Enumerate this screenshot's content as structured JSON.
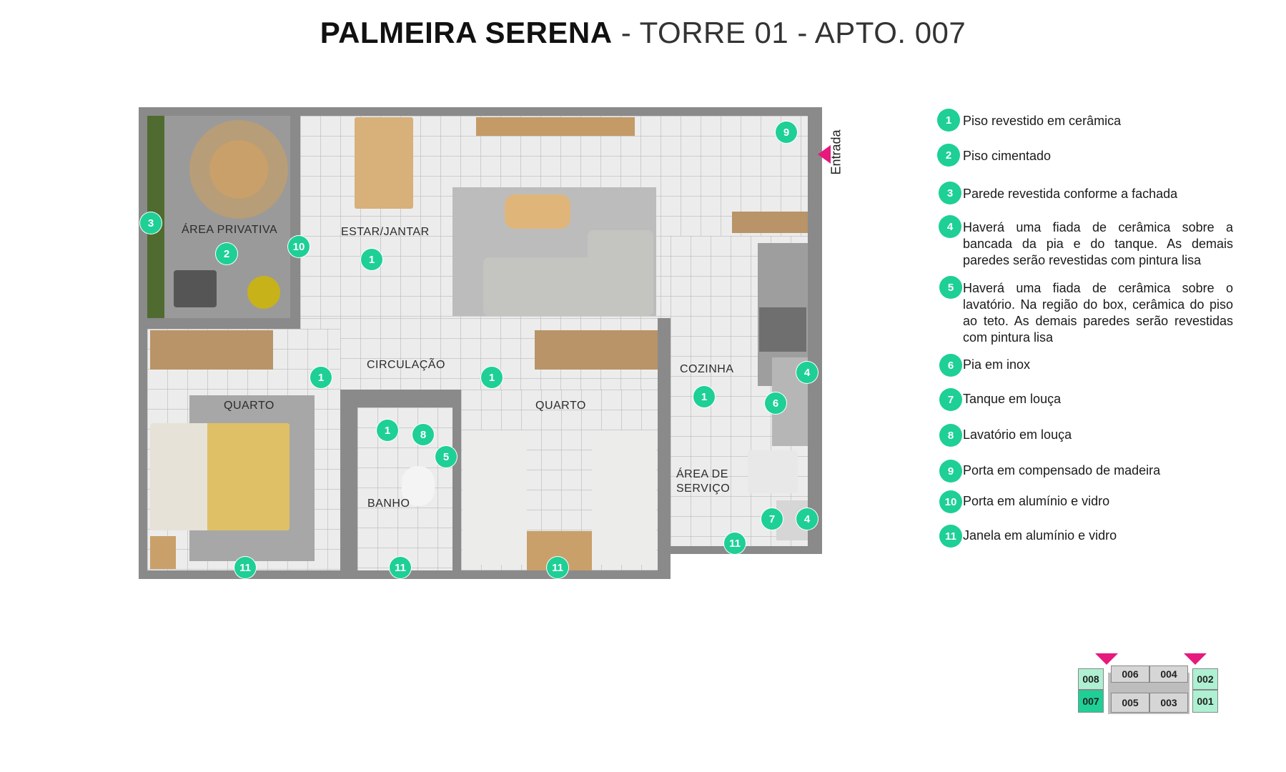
{
  "title": {
    "name": "PALMEIRA SERENA",
    "rest": "- TORRE 01 - APTO. 007"
  },
  "entrance_label": "Entrada",
  "rooms": {
    "area_privativa": "ÁREA PRIVATIVA",
    "estar_jantar": "ESTAR/JANTAR",
    "circulacao": "CIRCULAÇÃO",
    "quarto_1": "QUARTO",
    "quarto_2": "QUARTO",
    "cozinha": "COZINHA",
    "area_servico_1": "ÁREA DE",
    "area_servico_2": "SERVIÇO",
    "banho": "BANHO"
  },
  "markers": {
    "m3": "3",
    "m2": "2",
    "m10": "10",
    "m1_estar": "1",
    "m9": "9",
    "m1_circ_a": "1",
    "m1_circ_b": "1",
    "m4_top": "4",
    "m6": "6",
    "m1_coz": "1",
    "m1_banho": "1",
    "m8": "8",
    "m5": "5",
    "m7": "7",
    "m4_bottom": "4",
    "m11_a": "11",
    "m11_b": "11",
    "m11_c": "11",
    "m11_d": "11"
  },
  "legend": [
    {
      "num": "1",
      "text": "Piso revestido em cerâmica"
    },
    {
      "num": "2",
      "text": "Piso cimentado"
    },
    {
      "num": "3",
      "text": "Parede revestida conforme a fachada"
    },
    {
      "num": "4",
      "text": "Haverá uma fiada de cerâmica sobre a bancada da pia e do tanque. As demais paredes serão revestidas com pintura lisa"
    },
    {
      "num": "5",
      "text": "Haverá uma fiada de cerâmica sobre o lavatório. Na região do box, cerâmica do piso ao teto. As demais paredes serão revestidas com pintura lisa"
    },
    {
      "num": "6",
      "text": "Pia em inox"
    },
    {
      "num": "7",
      "text": "Tanque em louça"
    },
    {
      "num": "8",
      "text": "Lavatório em louça"
    },
    {
      "num": "9",
      "text": "Porta em compensado de madeira"
    },
    {
      "num": "10",
      "text": "Porta em alumínio e vidro"
    },
    {
      "num": "11",
      "text": "Janela em alumínio e vidro"
    }
  ],
  "minimap": {
    "units": {
      "u008": "008",
      "u006": "006",
      "u004": "004",
      "u002": "002",
      "u007": "007",
      "u005": "005",
      "u003": "003",
      "u001": "001"
    },
    "highlighted_unit": "007",
    "colors": {
      "highlight": "#1ecf96",
      "light_green": "#aef0d2",
      "grey": "#d6d6d6",
      "arrow": "#e6197d"
    }
  },
  "colors": {
    "marker": "#1ecf96",
    "entrance_arrow": "#e6197d"
  }
}
